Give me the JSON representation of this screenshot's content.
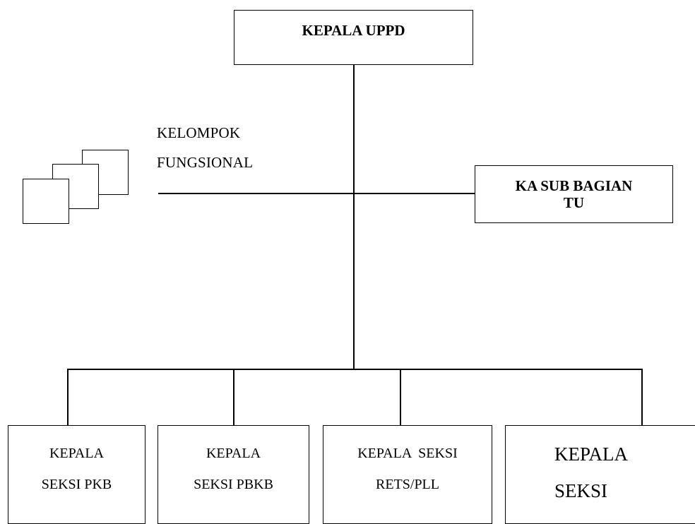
{
  "chart_title": "",
  "nodes": {
    "head": {
      "label": "KEPALA UPPD"
    },
    "functional_group": {
      "line1": "KELOMPOK",
      "line2": "FUNGSIONAL"
    },
    "admin": {
      "line1": "KA SUB BAGIAN",
      "line2": "TU"
    },
    "section_pkb": {
      "line1": "KEPALA",
      "line2": "SEKSI PKB"
    },
    "section_pbkb": {
      "line1": "KEPALA",
      "line2": "SEKSI PBKB"
    },
    "section_rets": {
      "line1": "KEPALA  SEKSI",
      "line2": "RETS/PLL"
    },
    "section_4": {
      "line1": "KEPALA",
      "line2": "SEKSI"
    }
  },
  "colors": {
    "line": "#000000",
    "box_fill": "#ffffff"
  }
}
